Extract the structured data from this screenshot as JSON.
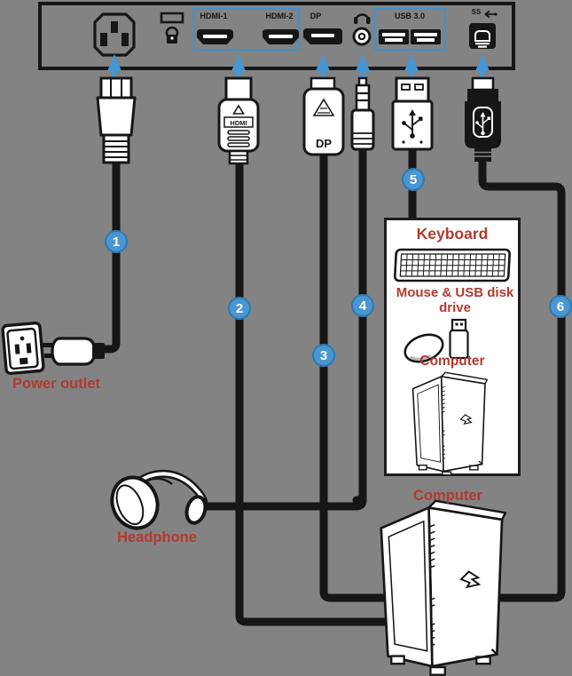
{
  "diagram": {
    "panel": {
      "hdmi1_label": "HDMI-1",
      "hdmi2_label": "HDMI-2",
      "dp_label": "DP",
      "usb_label": "USB 3.0",
      "ss_label": "SS"
    },
    "connectors": {
      "hdmi_text": "HDMI",
      "dp_logo": "DP"
    },
    "markers": [
      "1",
      "2",
      "3",
      "4",
      "5",
      "6"
    ],
    "labels": {
      "power_outlet": "Power outlet",
      "headphone": "Headphone",
      "computer_main": "Computer",
      "box_keyboard": "Keyboard",
      "box_mouse_usb": "Mouse & USB disk drive",
      "box_computer": "Computer"
    },
    "icons": {
      "ss_usb_arrow": "left-arrow",
      "headphone_jack": "headphone-glyph",
      "usb_trident": "usb-trident-glyph"
    },
    "colors": {
      "background": "#838383",
      "line_black": "#161616",
      "accent_blue_box": "#3E92D2",
      "arrow_blue": "#4597D4",
      "marker_blue": "#4A96D0",
      "marker_border": "#2F79B0",
      "label_red": "#B23A30"
    }
  }
}
